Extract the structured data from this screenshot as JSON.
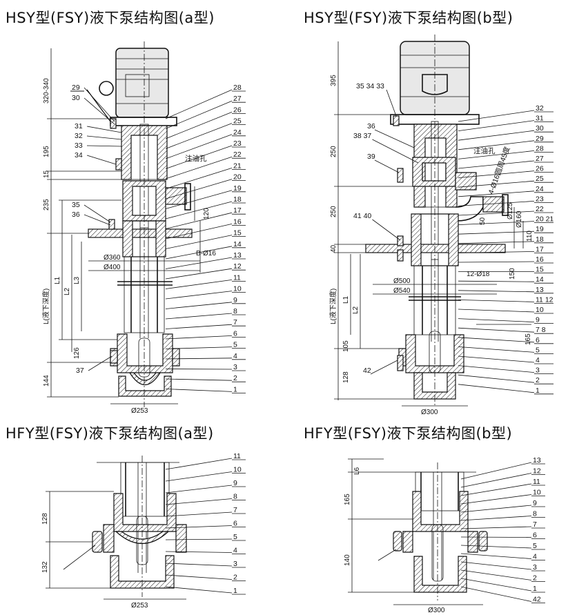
{
  "titles": {
    "a1": "HSY型(FSY)液下泵结构图(a型)",
    "b1": "HSY型(FSY)液下泵结构图(b型)",
    "a2": "HFY型(FSY)液下泵结构图(a型)",
    "b2": "HFY型(FSY)液下泵结构图(b型)"
  },
  "notes": {
    "oil_a": "注油孔",
    "oil_b": "注油孔",
    "ring_b": "4-Ø16圆周45度"
  },
  "dims_a1": {
    "d320": "320-340",
    "d195": "195",
    "d15": "15",
    "d235": "235",
    "L": "L(液下深度)",
    "L1": "L1",
    "L2": "L2",
    "L3": "L3",
    "d126": "126",
    "d144": "144",
    "d360": "Ø360",
    "d400": "Ø400",
    "d120": "120",
    "d16": "B-Ø16",
    "d253": "Ø253"
  },
  "dims_b1": {
    "d395": "395",
    "d250a": "250",
    "d250b": "250",
    "d40": "40",
    "L": "L(液下深度)",
    "L1": "L1",
    "L2": "L2",
    "d105": "105",
    "d128": "128",
    "d165": "165",
    "d500": "Ø500",
    "d540": "Ø540",
    "d12": "12-Ø18",
    "d125": "Ø125",
    "d160": "Ø160",
    "d110": "110",
    "d150": "150",
    "d50": "50",
    "d300": "Ø300"
  },
  "dims_a2": {
    "d128": "128",
    "d132": "132",
    "d253": "Ø253"
  },
  "dims_b2": {
    "L6": "L6",
    "d165": "165",
    "d140": "140",
    "d300": "Ø300"
  },
  "parts_a1_right": [
    "28",
    "27",
    "26",
    "25",
    "24",
    "23",
    "22",
    "21",
    "20",
    "19",
    "18",
    "17",
    "16",
    "15",
    "14",
    "13",
    "12",
    "11",
    "10",
    "9",
    "8",
    "7",
    "6",
    "5",
    "4",
    "3",
    "2",
    "1"
  ],
  "parts_a1_left": [
    "29",
    "30",
    "31",
    "32",
    "33",
    "34",
    "35",
    "36",
    "37"
  ],
  "parts_b1_right": [
    "32",
    "31",
    "30",
    "29",
    "28",
    "27",
    "26",
    "25",
    "24",
    "23",
    "22",
    "20 21",
    "19",
    "18",
    "17",
    "16",
    "15",
    "14",
    "13",
    "11 12",
    "10",
    "9",
    "7 8",
    "6",
    "5",
    "4",
    "3",
    "2",
    "1"
  ],
  "parts_b1_left": [
    "35 34 33",
    "36",
    "38 37",
    "39",
    "41 40",
    "42"
  ],
  "parts_a2": [
    "11",
    "10",
    "9",
    "8",
    "7",
    "6",
    "5",
    "4",
    "3",
    "2",
    "1"
  ],
  "parts_b2": [
    "13",
    "12",
    "11",
    "10",
    "9",
    "8",
    "7",
    "6",
    "5",
    "4",
    "3",
    "2",
    "1",
    "42"
  ]
}
